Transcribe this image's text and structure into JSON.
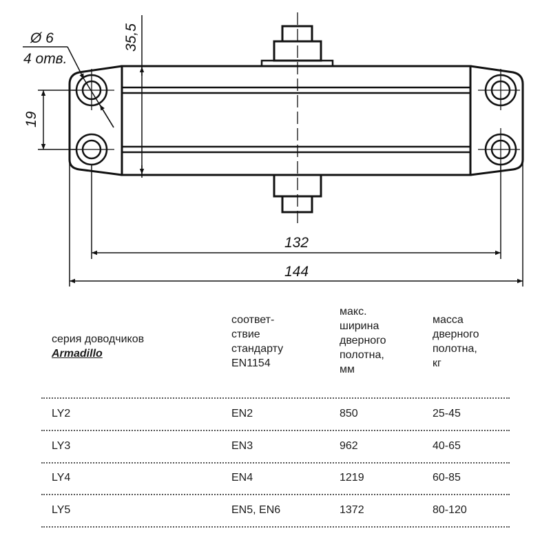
{
  "drawing": {
    "dim_height": "35,5",
    "dim_hole_spacing": "19",
    "hole_diameter": "Ø 6",
    "hole_count": "4 отв.",
    "dim_hole_distance": "132",
    "dim_overall_length": "144"
  },
  "table": {
    "headers": [
      {
        "lines": [
          "серия доводчиков"
        ],
        "brand": "Armadillo"
      },
      {
        "lines": [
          "соответ-",
          "ствие",
          "стандарту",
          "EN1154"
        ]
      },
      {
        "lines": [
          "макс.",
          "ширина",
          "дверного",
          "полотна,",
          "мм"
        ]
      },
      {
        "lines": [
          "масса",
          "дверного",
          "полотна,",
          "кг"
        ]
      }
    ],
    "rows": [
      [
        "LY2",
        "EN2",
        "850",
        "25-45"
      ],
      [
        "LY3",
        "EN3",
        "962",
        "40-65"
      ],
      [
        "LY4",
        "EN4",
        "1219",
        "60-85"
      ],
      [
        "LY5",
        "EN5, EN6",
        "1372",
        "80-120"
      ]
    ]
  }
}
